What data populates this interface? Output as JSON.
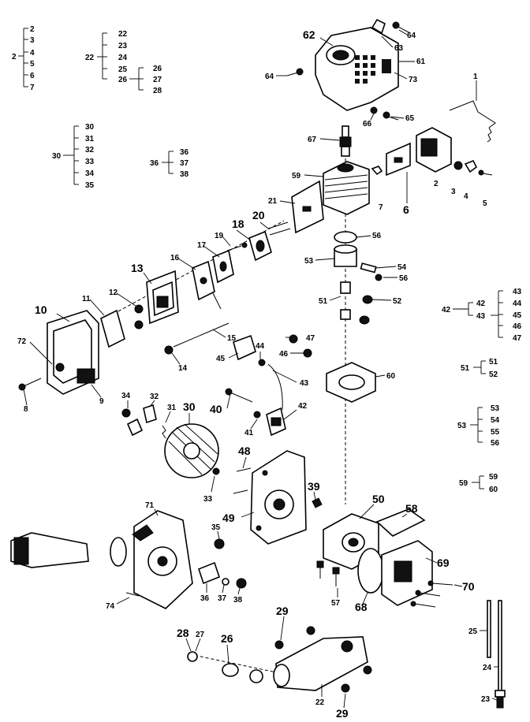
{
  "callouts": [
    {
      "id": "c62",
      "text": "62"
    },
    {
      "id": "c64a",
      "text": "64"
    },
    {
      "id": "c63",
      "text": "63"
    },
    {
      "id": "c61",
      "text": "61"
    },
    {
      "id": "c73",
      "text": "73"
    },
    {
      "id": "c64b",
      "text": "64"
    },
    {
      "id": "c66",
      "text": "66"
    },
    {
      "id": "c65",
      "text": "65"
    },
    {
      "id": "c1",
      "text": "1"
    },
    {
      "id": "c67",
      "text": "67"
    },
    {
      "id": "c59",
      "text": "59"
    },
    {
      "id": "c2",
      "text": "2"
    },
    {
      "id": "c3",
      "text": "3"
    },
    {
      "id": "c4",
      "text": "4"
    },
    {
      "id": "c5",
      "text": "5"
    },
    {
      "id": "c7",
      "text": "7"
    },
    {
      "id": "c6",
      "text": "6"
    },
    {
      "id": "c21",
      "text": "21"
    },
    {
      "id": "c20",
      "text": "20"
    },
    {
      "id": "c18",
      "text": "18"
    },
    {
      "id": "c19",
      "text": "19"
    },
    {
      "id": "c17",
      "text": "17"
    },
    {
      "id": "c16",
      "text": "16"
    },
    {
      "id": "c56a",
      "text": "56"
    },
    {
      "id": "c53",
      "text": "53"
    },
    {
      "id": "c54",
      "text": "54"
    },
    {
      "id": "c56b",
      "text": "56"
    },
    {
      "id": "c51",
      "text": "51"
    },
    {
      "id": "c52",
      "text": "52"
    },
    {
      "id": "c13",
      "text": "13"
    },
    {
      "id": "c12",
      "text": "12"
    },
    {
      "id": "c11",
      "text": "11"
    },
    {
      "id": "c10",
      "text": "10"
    },
    {
      "id": "c72",
      "text": "72"
    },
    {
      "id": "c8",
      "text": "8"
    },
    {
      "id": "c9",
      "text": "9"
    },
    {
      "id": "c14",
      "text": "14"
    },
    {
      "id": "c15",
      "text": "15"
    },
    {
      "id": "c47",
      "text": "47"
    },
    {
      "id": "c46",
      "text": "46"
    },
    {
      "id": "c45",
      "text": "45"
    },
    {
      "id": "c44",
      "text": "44"
    },
    {
      "id": "c43",
      "text": "43"
    },
    {
      "id": "c60",
      "text": "60"
    },
    {
      "id": "c34",
      "text": "34"
    },
    {
      "id": "c32",
      "text": "32"
    },
    {
      "id": "c31",
      "text": "31"
    },
    {
      "id": "c30",
      "text": "30"
    },
    {
      "id": "c40",
      "text": "40"
    },
    {
      "id": "c42",
      "text": "42"
    },
    {
      "id": "c41",
      "text": "41"
    },
    {
      "id": "c48",
      "text": "48"
    },
    {
      "id": "c33",
      "text": "33"
    },
    {
      "id": "c39",
      "text": "39"
    },
    {
      "id": "c50",
      "text": "50"
    },
    {
      "id": "c58",
      "text": "58"
    },
    {
      "id": "c49",
      "text": "49"
    },
    {
      "id": "c71",
      "text": "71"
    },
    {
      "id": "c35",
      "text": "35"
    },
    {
      "id": "c69",
      "text": "69"
    },
    {
      "id": "c70",
      "text": "70"
    },
    {
      "id": "c36",
      "text": "36"
    },
    {
      "id": "c37",
      "text": "37"
    },
    {
      "id": "c38",
      "text": "38"
    },
    {
      "id": "c74",
      "text": "74"
    },
    {
      "id": "c57",
      "text": "57"
    },
    {
      "id": "c68",
      "text": "68"
    },
    {
      "id": "c29a",
      "text": "29"
    },
    {
      "id": "c28",
      "text": "28"
    },
    {
      "id": "c27",
      "text": "27"
    },
    {
      "id": "c26",
      "text": "26"
    },
    {
      "id": "c22",
      "text": "22"
    },
    {
      "id": "c29b",
      "text": "29"
    },
    {
      "id": "c25",
      "text": "25"
    },
    {
      "id": "c24",
      "text": "24"
    },
    {
      "id": "c23",
      "text": "23"
    }
  ],
  "assemblies": [
    {
      "parent": "2",
      "children": [
        "2",
        "3",
        "4",
        "5",
        "6",
        "7"
      ]
    },
    {
      "parent": "22",
      "children": [
        "22",
        "23",
        "24",
        "25",
        "26"
      ]
    },
    {
      "parent": "26",
      "children": [
        "26",
        "27",
        "28"
      ]
    },
    {
      "parent": "30",
      "children": [
        "30",
        "31",
        "32",
        "33",
        "34",
        "35"
      ]
    },
    {
      "parent": "36",
      "children": [
        "36",
        "37",
        "38"
      ]
    },
    {
      "parent": "42",
      "children": [
        "42",
        "43"
      ]
    },
    {
      "parent": "43",
      "children": [
        "43",
        "44",
        "45",
        "46",
        "47"
      ]
    },
    {
      "parent": "51",
      "children": [
        "51",
        "52"
      ]
    },
    {
      "parent": "53",
      "children": [
        "53",
        "54",
        "55",
        "56"
      ]
    },
    {
      "parent": "59",
      "children": [
        "59",
        "60"
      ]
    }
  ]
}
